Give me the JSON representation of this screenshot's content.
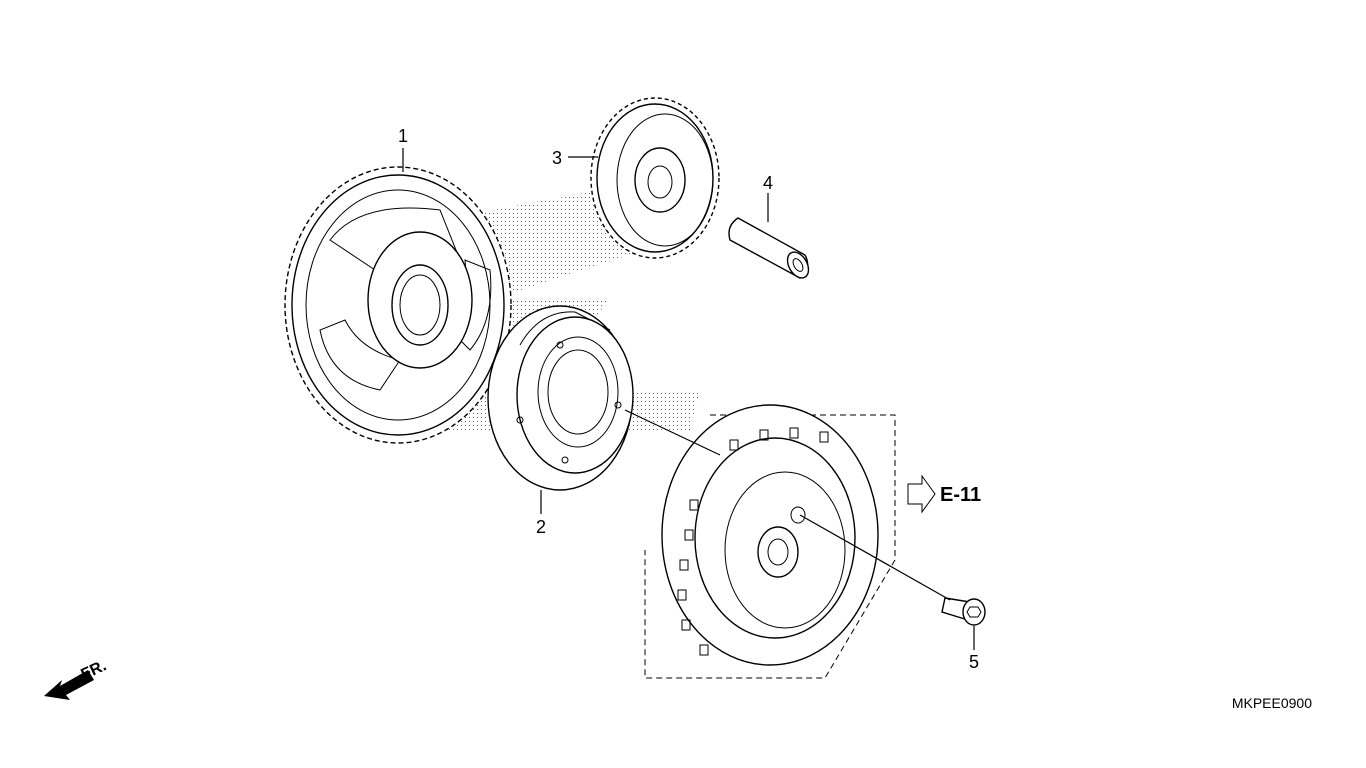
{
  "callouts": [
    {
      "number": "1",
      "part": "driven-gear"
    },
    {
      "number": "2",
      "part": "starter-clutch"
    },
    {
      "number": "3",
      "part": "idle-gear"
    },
    {
      "number": "4",
      "part": "shaft"
    },
    {
      "number": "5",
      "part": "bolt"
    }
  ],
  "reference": {
    "label": "E-11"
  },
  "direction": {
    "label": "FR."
  },
  "diagram_code": "MKPEE0900"
}
